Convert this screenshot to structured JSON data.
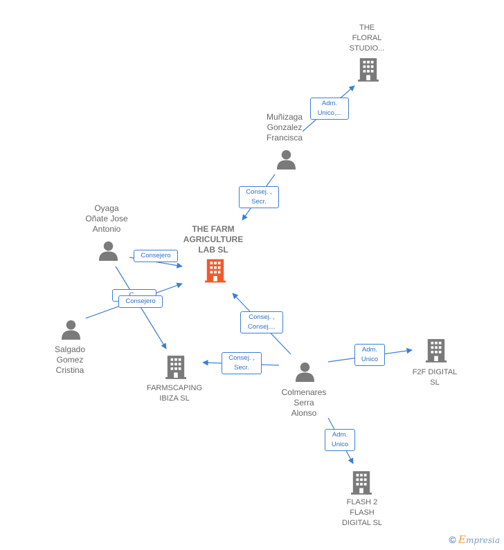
{
  "nodes": {
    "center": "THE FARM\nAGRICULTURE\nLAB  SL",
    "floral": "THE\nFLORAL\nSTUDIO...",
    "munizaga": "Muñizaga\nGonzalez\nFrancisca",
    "oyaga": "Oyaga\nOñate Jose\nAntonio",
    "salgado": "Salgado\nGomez\nCristina",
    "farmscaping": "FARMSCAPING\nIBIZA  SL",
    "colmenares": "Colmenares\nSerra\nAlonso",
    "f2f": "F2F DIGITAL\nSL",
    "flash": "FLASH 2\nFLASH\nDIGITAL SL"
  },
  "edges": {
    "adm_floral": "Adm.\nUnico,...",
    "consej_munizaga": "Consej. ,\nSecr.",
    "consejero_oyaga": "Consejero",
    "consejero_back": "C...",
    "consejero_salgado": "Consejero",
    "consej_colmenares_center": "Consej. ,\nConsej....",
    "consej_colmenares_farm": "Consej. ,\nSecr.",
    "adm_f2f": "Adm.\nUnico",
    "adm_flash": "Adm.\nUnico"
  },
  "footer": {
    "copyright": "©",
    "brand_initial": "E",
    "brand_rest": "mpresia"
  },
  "colors": {
    "edge": "#3b7ed4",
    "company": "#7a7a7a",
    "center_company": "#f05a2a",
    "person": "#7a7a7a"
  }
}
